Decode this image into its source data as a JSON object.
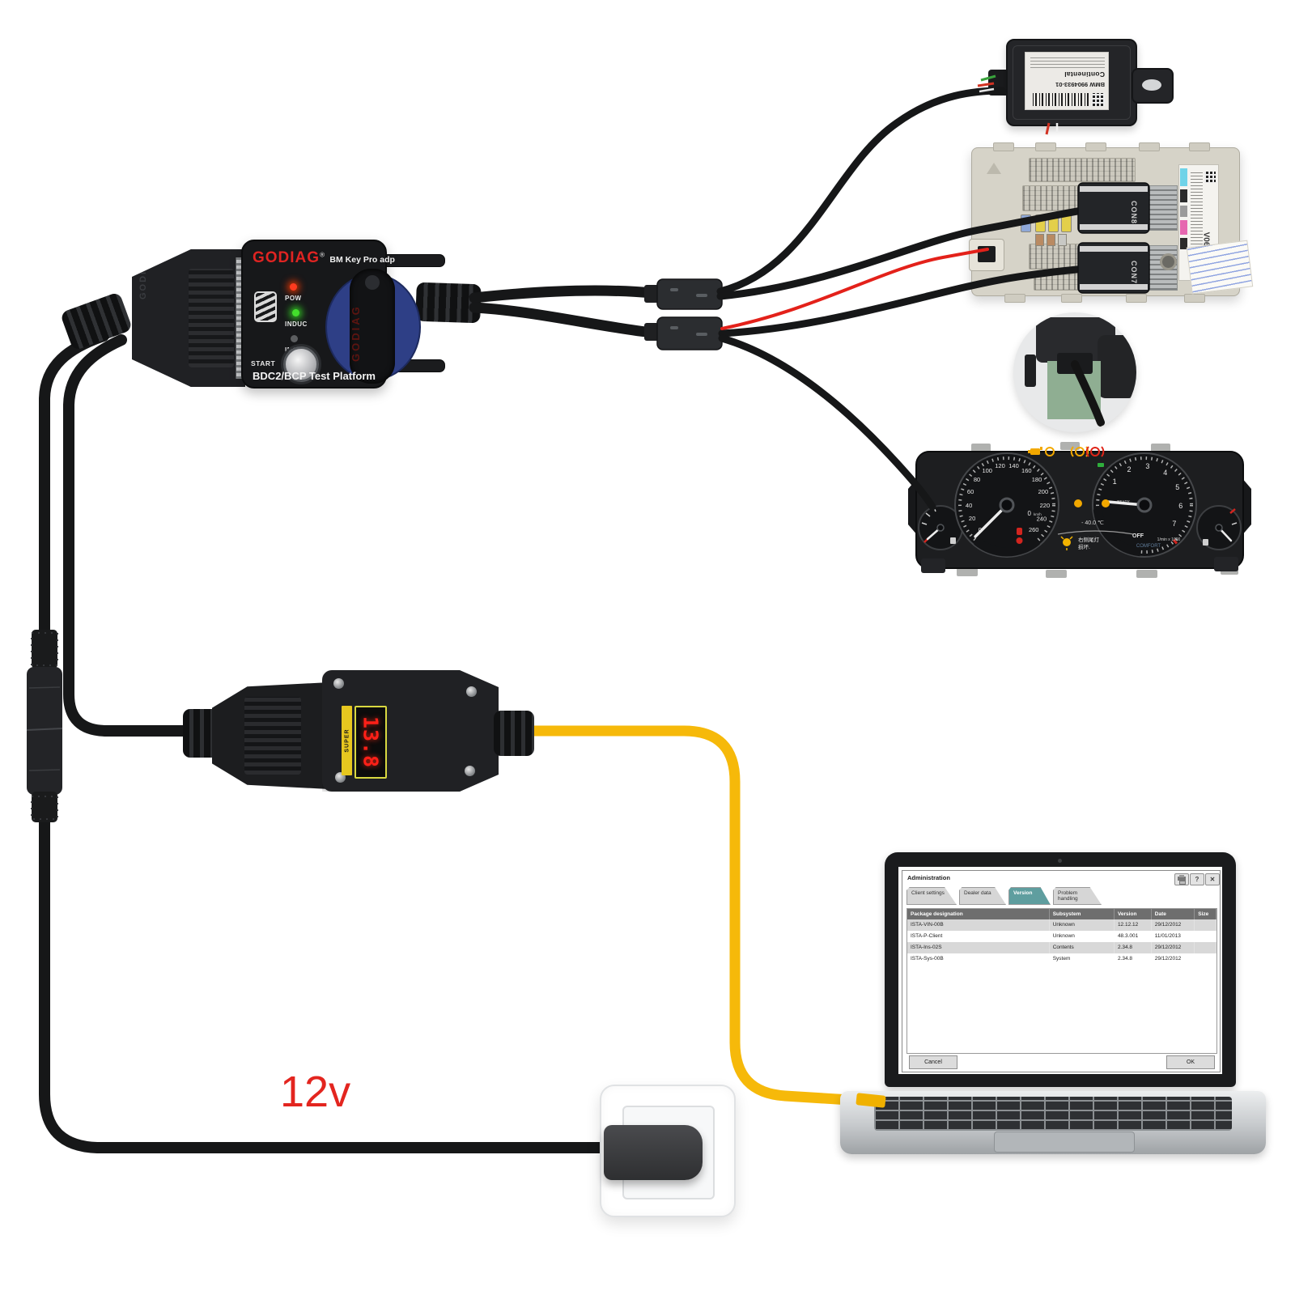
{
  "colors": {
    "accent_red": "#e02422",
    "cable_yellow": "#f6b90a",
    "wire_red": "#e3211a",
    "tab_teal": "#5f9e9f",
    "led_red": "#ff3b1f",
    "led_green": "#43e02c",
    "key_navy": "#2e3f86"
  },
  "godiag": {
    "brand": "GODIAG",
    "reg": "®",
    "model": "BM Key Pro adp",
    "leds": [
      {
        "label": "POW",
        "color": "#ff3b1f",
        "on": true
      },
      {
        "label": "INDUC",
        "color": "#43e02c",
        "on": true
      },
      {
        "label": "IMMO",
        "color": "#6a6a6a",
        "on": false
      }
    ],
    "start_label": "START",
    "platform_label": "BDC2/BCP Test Platform",
    "key_slot_logo": "GODIAG",
    "obd_emboss": "GODIAG"
  },
  "key_module": {
    "part_number": "BMW 9904933-01",
    "maker": "Continental"
  },
  "bdc": {
    "connector_top": "CON8",
    "connector_bottom": "CON7",
    "version": "V06"
  },
  "cluster": {
    "speedo_ticks": [
      "0",
      "20",
      "40",
      "60",
      "80",
      "100",
      "120",
      "140",
      "160",
      "180",
      "200",
      "220",
      "240",
      "260"
    ],
    "tacho_ticks": [
      "1",
      "2",
      "3",
      "4",
      "5",
      "6",
      "7"
    ],
    "speed_value": "0",
    "speed_unit": "km/h",
    "temp": "- 40.0 ℃",
    "warning_cn_line1": "右侧尾灯",
    "warning_cn_line2": "损坏.",
    "off_label": "OFF",
    "mode_label": "COMFORT",
    "ready_label": "READY",
    "rpm_unit": "1/min x 1000"
  },
  "enet": {
    "display_value": "13.8",
    "side_label": "SUPER"
  },
  "power": {
    "voltage_label": "12v"
  },
  "laptop": {
    "window": {
      "title": "Administration",
      "help_label": "?",
      "close_label": "✕",
      "tabs": [
        {
          "label": "Client settings"
        },
        {
          "label": "Dealer data"
        },
        {
          "label": "Version"
        },
        {
          "label": "Problem handling"
        }
      ],
      "table": {
        "headers": [
          "Package designation",
          "Subsystem",
          "Version",
          "Date",
          "Size"
        ],
        "rows": [
          {
            "package": "ISTA-VIN-00B",
            "subsystem": "Unknown",
            "version": "12.12.12",
            "date": "29/12/2012",
            "size": ""
          },
          {
            "package": "ISTA-P-Client",
            "subsystem": "Unknown",
            "version": "48.3.001",
            "date": "11/01/2013",
            "size": ""
          },
          {
            "package": "ISTA-Ins-02S",
            "subsystem": "Contents",
            "version": "2.34.8",
            "date": "29/12/2012",
            "size": ""
          },
          {
            "package": "ISTA-Sys-00B",
            "subsystem": "System",
            "version": "2.34.8",
            "date": "29/12/2012",
            "size": ""
          }
        ]
      },
      "cancel_label": "Cancel",
      "ok_label": "OK"
    }
  }
}
